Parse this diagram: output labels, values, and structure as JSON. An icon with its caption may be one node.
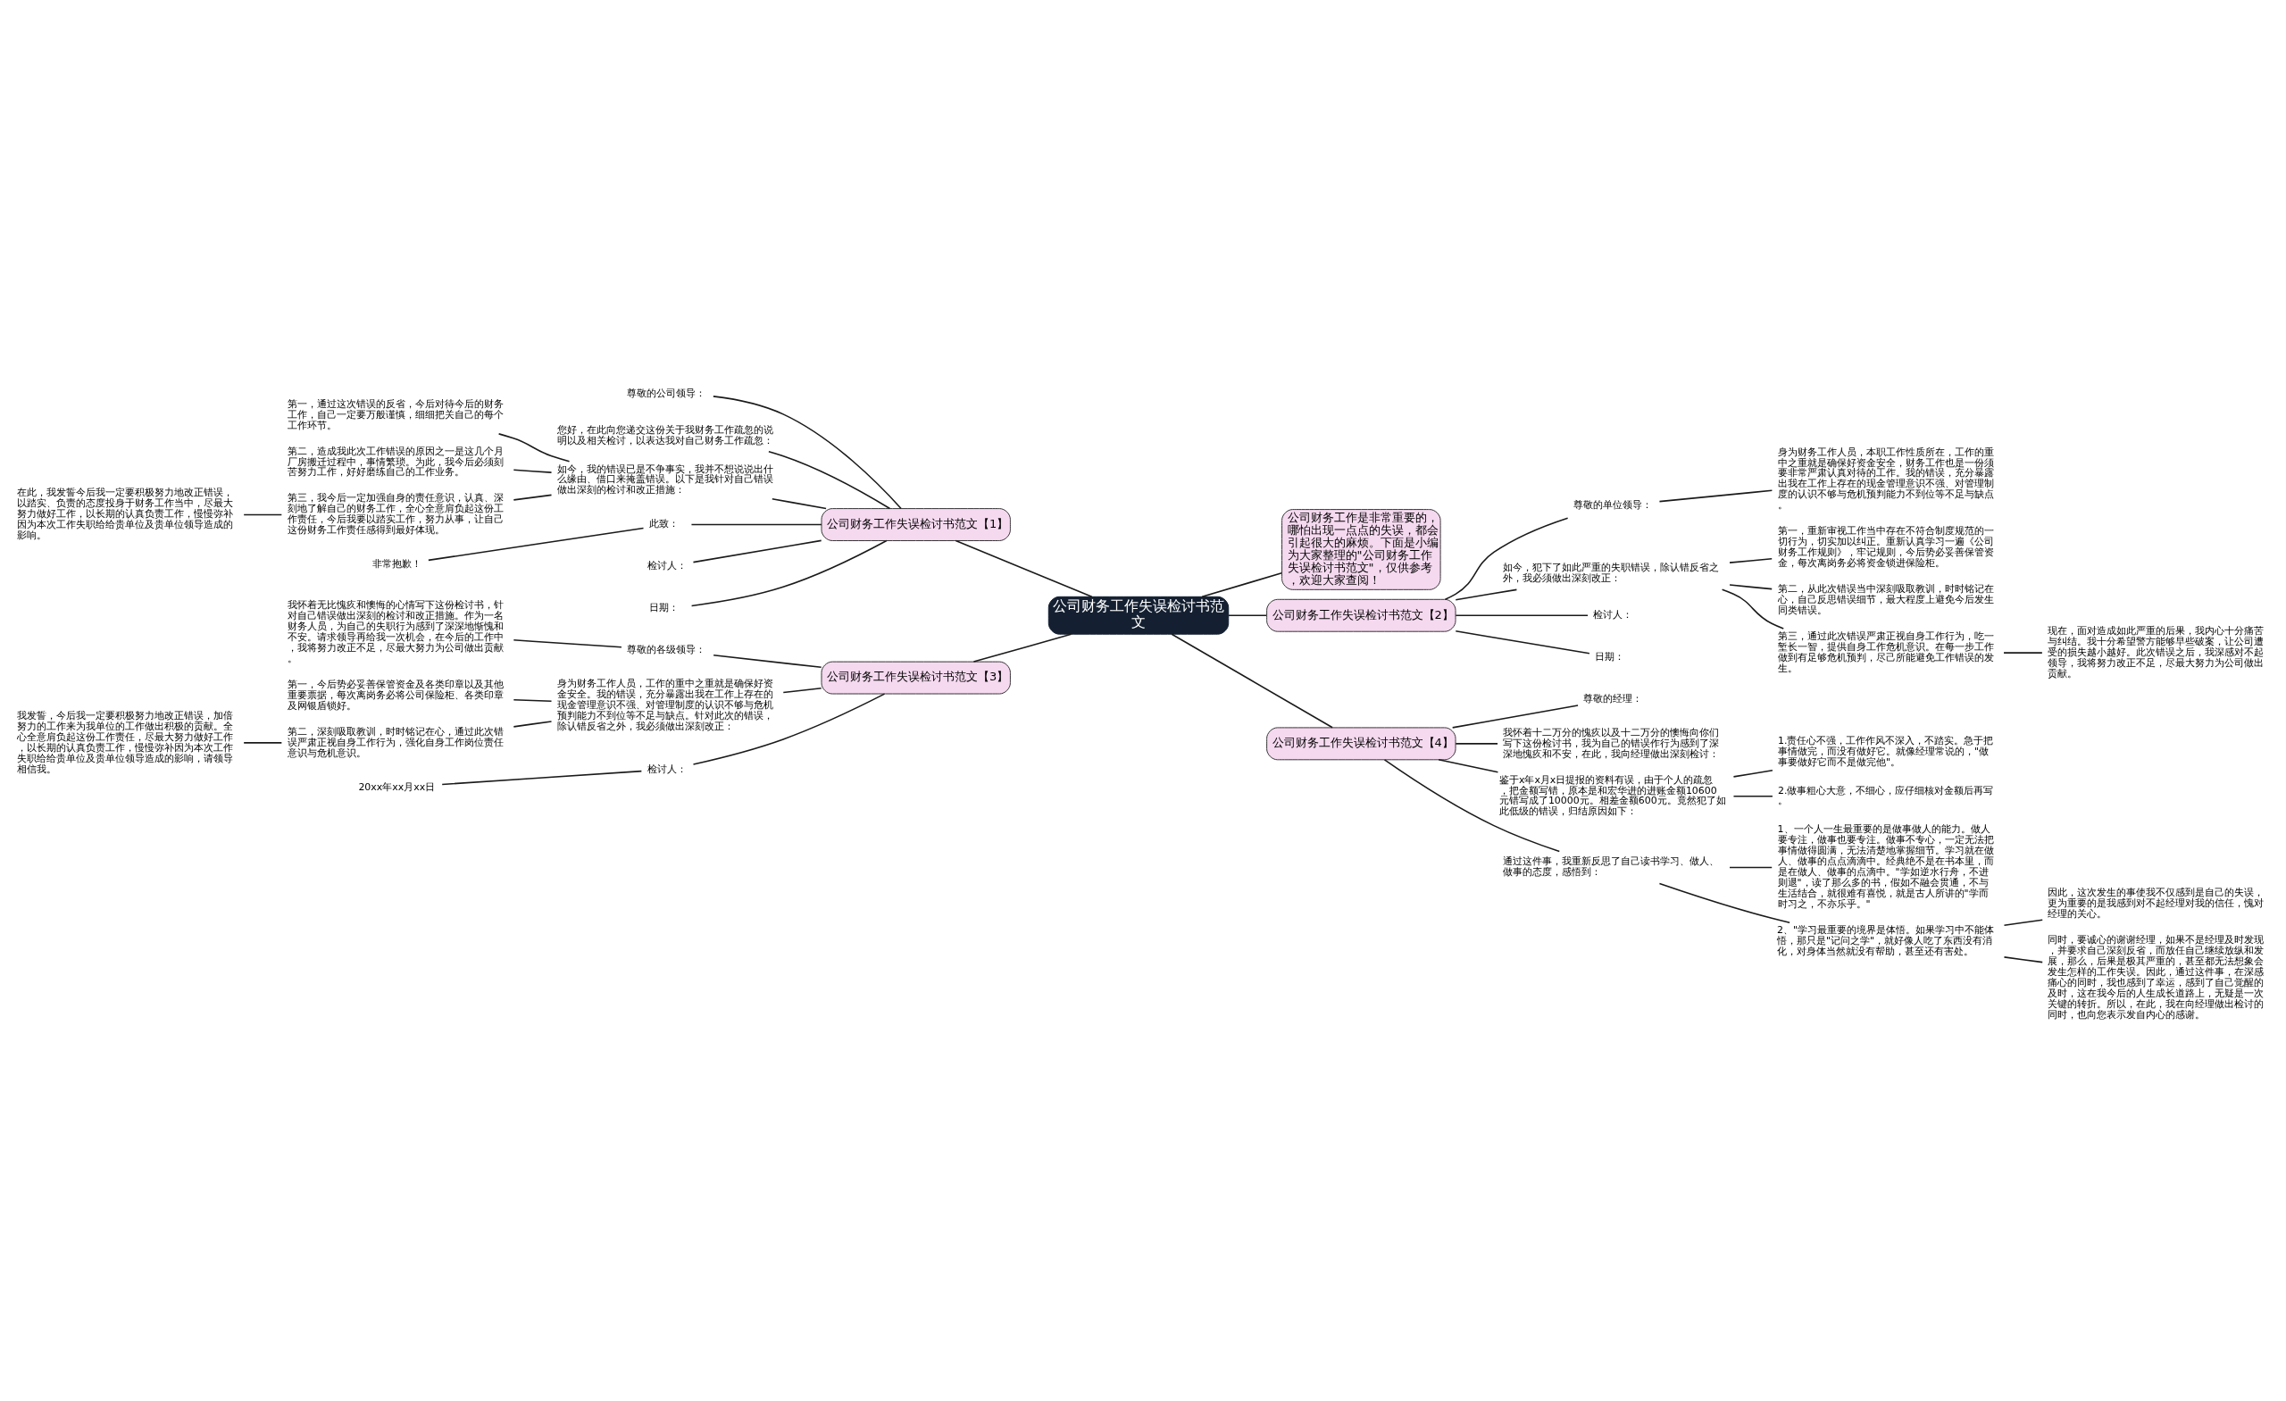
{
  "diagram": {
    "nodes": [
      {
        "text": [
          "公司财务工作失误检讨书范文"
        ]
      },
      {
        "text": [
          "公司财务工作是非常重要的，哪怕出现一点点的失误，都会引起很大的麻烦。下面是小编为大家整理的\"公司财务工作失误检讨书范文\"，仅供参考，欢迎大家查阅！"
        ]
      },
      {
        "text": [
          "公司财务工作失误检讨书范文【1】"
        ]
      },
      {
        "text": [
          "尊敬的公司领导："
        ]
      },
      {
        "text": [
          "您好，在此向您递交这份关于我财务工作疏忽的说明以及相关检讨，以表达我对自己财务工作疏忽："
        ]
      },
      {
        "text": [
          "如今，我的错误已是不争事实，我并不想说说出什么缘由、借口来掩盖错误。以下是我针对自己错误做出深刻的检讨和改正措施："
        ]
      },
      {
        "text": [
          "第一，通过这次错误的反省，今后对待今后的财务工作，自己一定要万般谨慎，细细把关自己的每个工作环节。"
        ]
      },
      {
        "text": [
          "第二，造成我此次工作错误的原因之一是这几个月厂房搬迁过程中，事情繁琐。为此，我今后必须刻苦努力工作，好好磨练自己的工作业务。"
        ]
      },
      {
        "text": [
          "第三，我今后一定加强自身的责任意识，认真、深刻地了解自己的财务工作，全心全意肩负起这份工作责任，今后我要以踏实工作，努力从事，让自己这份财务工作责任感得到最好体现。"
        ]
      },
      {
        "text": [
          "在此，我发誓今后我一定要积极努力地改正错误，以踏实、负责的态度投身于财务工作当中，尽最大努力做好工作，以长期的认真负责工作，慢慢弥补因为本次工作失职给给贵单位及贵单位领导造成的影响。"
        ]
      },
      {
        "text": [
          "此致："
        ]
      },
      {
        "text": [
          "非常抱歉！"
        ]
      },
      {
        "text": [
          "检讨人："
        ]
      },
      {
        "text": [
          "日期："
        ]
      },
      {
        "text": [
          "公司财务工作失误检讨书范文【3】"
        ]
      },
      {
        "text": [
          "尊敬的各级领导："
        ]
      },
      {
        "text": [
          "我怀着无比愧疚和懊悔的心情写下这份检讨书，针对自己错误做出深刻的检讨和改正措施。作为一名财务人员，为自己的失职行为感到了深深地惭愧和不安。请求领导再给我一次机会，在今后的工作中，我将努力改正不足，尽最大努力为公司做出贡献。"
        ]
      },
      {
        "text": [
          "身为财务工作人员，工作的重中之重就是确保好资金安全。我的错误，充分暴露出我在工作上存在的现金管理意识不强、对管理制度的认识不够与危机预判能力不到位等不足与缺点。针对此次的错误，除认错反省之外，我必须做出深刻改正："
        ]
      },
      {
        "text": [
          "第一，今后势必妥善保管资金及各类印章以及其他重要票据，每次离岗务必将公司保险柜、各类印章及网银盾锁好。"
        ]
      },
      {
        "text": [
          "第二，深刻吸取教训，时时铭记在心，通过此次错误严肃正视自身工作行为，强化自身工作岗位责任意识与危机意识。"
        ]
      },
      {
        "text": [
          "我发誓，今后我一定要积极努力地改正错误，加倍努力的工作来为我单位的工作做出积极的贡献。全心全意肩负起这份工作责任，尽最大努力做好工作，以长期的认真负责工作，慢慢弥补因为本次工作失职给给贵单位及贵单位领导造成的影响，请领导相信我。"
        ]
      },
      {
        "text": [
          "检讨人："
        ]
      },
      {
        "text": [
          "20xx年xx月xx日"
        ]
      },
      {
        "text": [
          "公司财务工作失误检讨书范文【2】"
        ]
      },
      {
        "text": [
          "尊敬的单位领导："
        ]
      },
      {
        "text": [
          "身为财务工作人员，本职工作性质所在，工作的重中之重就是确保好资金安全，财务工作也是一份须要非常严肃认真对待的工作。我的错误，充分暴露出我在工作上存在的现金管理意识不强、对管理制度的认识不够与危机预判能力不到位等不足与缺点。"
        ]
      },
      {
        "text": [
          "如今，犯下了如此严重的失职错误，除认错反省之外，我必须做出深刻改正："
        ]
      },
      {
        "text": [
          "第一，重新审视工作当中存在不符合制度规范的一切行为，切实加以纠正。重新认真学习一遍《公司财务工作规则》，牢记规则，今后势必妥善保管资金，每次离岗务必将资金锁进保险柜。"
        ]
      },
      {
        "text": [
          "第二，从此次错误当中深刻吸取教训，时时铭记在心，自己反思错误细节，最大程度上避免今后发生同类错误。"
        ]
      },
      {
        "text": [
          "第三，通过此次错误严肃正视自身工作行为，吃一堑长一智，提供自身工作危机意识。在每一步工作做到有足够危机预判，尽己所能避免工作错误的发生。"
        ]
      },
      {
        "text": [
          "现在，面对造成如此严重的后果，我内心十分痛苦与纠结。我十分希望警方能够早些破案，让公司遭受的损失越小越好。此次错误之后，我深感对不起领导，我将努力改正不足，尽最大努力为公司做出贡献。"
        ]
      },
      {
        "text": [
          "检讨人："
        ]
      },
      {
        "text": [
          "日期："
        ]
      },
      {
        "text": [
          "公司财务工作失误检讨书范文【4】"
        ]
      },
      {
        "text": [
          "尊敬的经理："
        ]
      },
      {
        "text": [
          "我怀着十二万分的愧疚以及十二万分的懊悔向你们写下这份检讨书，我为自己的错误作行为感到了深深地愧疚和不安，在此，我向经理做出深刻检讨："
        ]
      },
      {
        "text": [
          "鉴于x年x月x日提报的资料有误，由于个人的疏忽，把金额写错，原本是和宏华进的进账金额10600元错写成了10000元。相差金额600元。竟然犯了如此低级的错误，归结原因如下："
        ]
      },
      {
        "text": [
          "1.责任心不强，工作作风不深入，不踏实。急于把事情做完，而没有做好它。就像经理常说的，\"做事要做好它而不是做完他\"。"
        ]
      },
      {
        "text": [
          "2.做事粗心大意，不细心，应仔细核对金额后再写。"
        ]
      },
      {
        "text": [
          "通过这件事，我重新反思了自己读书学习、做人、做事的态度，感悟到："
        ]
      },
      {
        "text": [
          "1、一个人一生最重要的是做事做人的能力。做人要专注，做事也要专注。做事不专心，一定无法把事情做得圆满，无法清楚地掌握细节。学习就在做人、做事的点点滴滴中。经典绝不是在书本里，而是在做人、做事的点滴中。\"学如逆水行舟，不进则退\"，读了那么多的书，假如不融会贯通，不与生活结合，就很难有喜悦，就是古人所讲的\"学而时习之，不亦乐乎。\""
        ]
      },
      {
        "text": [
          "2、\"学习最重要的境界是体悟。如果学习中不能体悟，那只是\"记问之学\"，就好像人吃了东西没有消化，对身体当然就没有帮助，甚至还有害处。"
        ]
      },
      {
        "text": [
          "因此，这次发生的事使我不仅感到是自己的失误，更为重要的是我感到对不起经理对我的信任，愧对经理的关心。"
        ]
      },
      {
        "text": [
          "同时，要诚心的谢谢经理，如果不是经理及时发现，并要求自己深刻反省，而放任自己继续放纵和发展，那么，后果是极其严重的，甚至都无法想象会发生怎样的工作失误。因此，通过这件事，在深感痛心的同时，我也感到了幸运，感到了自己觉醒的及时，这在我今后的人生成长道路上，无疑是一次关键的转折。所以，在此，我在向经理做出检讨的同时，也向您表示发自内心的感谢。"
        ]
      }
    ],
    "edges": [
      {
        "from": 0,
        "to": 1,
        "arrow": "none"
      },
      {
        "from": 0,
        "to": 2,
        "arrow": "none"
      },
      {
        "from": 2,
        "to": 3,
        "arrow": "none"
      },
      {
        "from": 2,
        "to": 4,
        "arrow": "none"
      },
      {
        "from": 2,
        "to": 5,
        "arrow": "none"
      },
      {
        "from": 5,
        "to": 6,
        "arrow": "none"
      },
      {
        "from": 5,
        "to": 7,
        "arrow": "none"
      },
      {
        "from": 5,
        "to": 8,
        "arrow": "none"
      },
      {
        "from": 8,
        "to": 9,
        "arrow": "none"
      },
      {
        "from": 2,
        "to": 10,
        "arrow": "none"
      },
      {
        "from": 10,
        "to": 11,
        "arrow": "none"
      },
      {
        "from": 2,
        "to": 12,
        "arrow": "none"
      },
      {
        "from": 2,
        "to": 13,
        "arrow": "none"
      },
      {
        "from": 0,
        "to": 14,
        "arrow": "none"
      },
      {
        "from": 14,
        "to": 15,
        "arrow": "none"
      },
      {
        "from": 15,
        "to": 16,
        "arrow": "none"
      },
      {
        "from": 14,
        "to": 17,
        "arrow": "none"
      },
      {
        "from": 17,
        "to": 18,
        "arrow": "none"
      },
      {
        "from": 17,
        "to": 19,
        "arrow": "none"
      },
      {
        "from": 19,
        "to": 20,
        "arrow": "none"
      },
      {
        "from": 14,
        "to": 21,
        "arrow": "none"
      },
      {
        "from": 21,
        "to": 22,
        "arrow": "none"
      },
      {
        "from": 0,
        "to": 23,
        "arrow": "none"
      },
      {
        "from": 23,
        "to": 24,
        "arrow": "none"
      },
      {
        "from": 24,
        "to": 25,
        "arrow": "none"
      },
      {
        "from": 23,
        "to": 26,
        "arrow": "none"
      },
      {
        "from": 26,
        "to": 27,
        "arrow": "none"
      },
      {
        "from": 26,
        "to": 28,
        "arrow": "none"
      },
      {
        "from": 26,
        "to": 29,
        "arrow": "none"
      },
      {
        "from": 29,
        "to": 30,
        "arrow": "none"
      },
      {
        "from": 23,
        "to": 31,
        "arrow": "none"
      },
      {
        "from": 23,
        "to": 32,
        "arrow": "none"
      },
      {
        "from": 0,
        "to": 33,
        "arrow": "none"
      },
      {
        "from": 33,
        "to": 34,
        "arrow": "none"
      },
      {
        "from": 33,
        "to": 35,
        "arrow": "none"
      },
      {
        "from": 33,
        "to": 36,
        "arrow": "none"
      },
      {
        "from": 36,
        "to": 37,
        "arrow": "none"
      },
      {
        "from": 36,
        "to": 38,
        "arrow": "none"
      },
      {
        "from": 33,
        "to": 39,
        "arrow": "none"
      },
      {
        "from": 39,
        "to": 40,
        "arrow": "none"
      },
      {
        "from": 39,
        "to": 41,
        "arrow": "none"
      },
      {
        "from": 41,
        "to": 42,
        "arrow": "none"
      },
      {
        "from": 41,
        "to": 43,
        "arrow": "none"
      }
    ]
  }
}
